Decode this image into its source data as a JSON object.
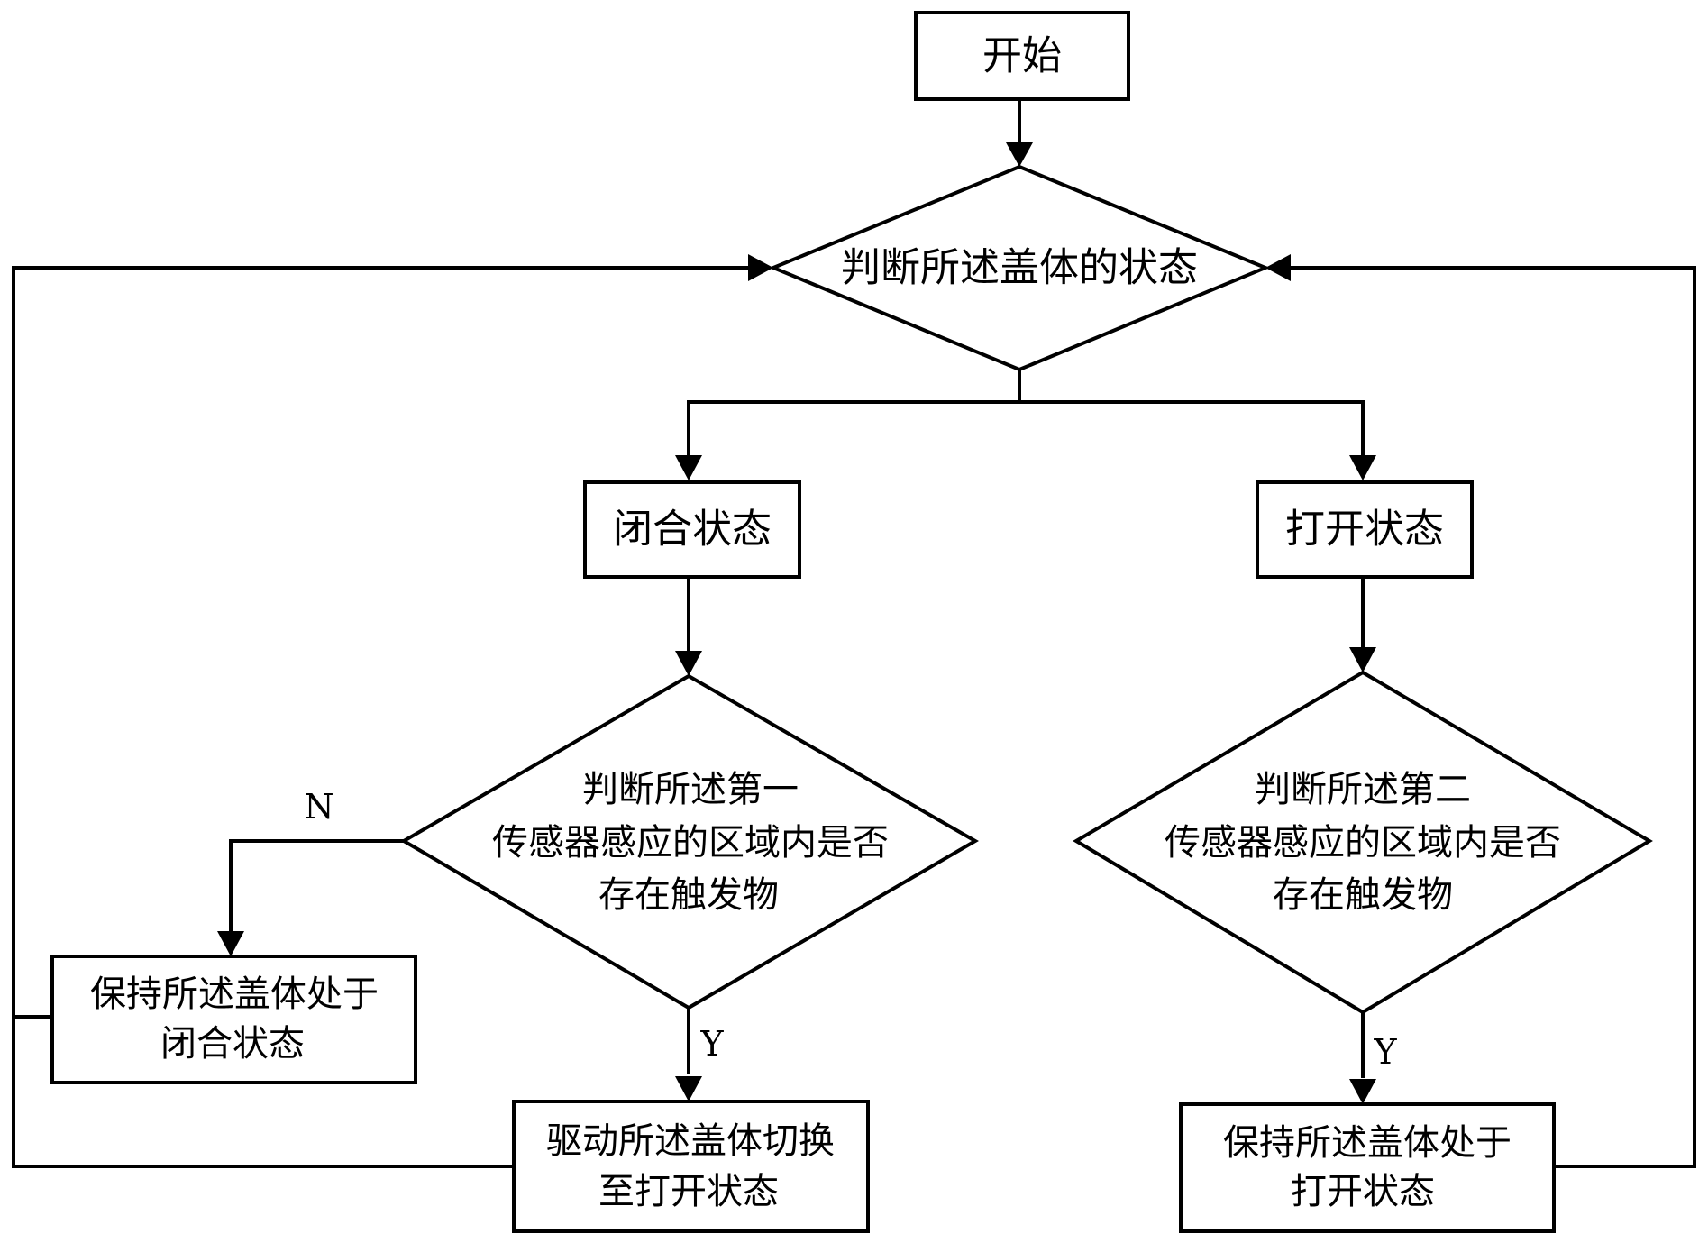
{
  "flowchart": {
    "start": "开始",
    "decision_state": "判断所述盖体的状态",
    "closed_state": "闭合状态",
    "open_state": "打开状态",
    "decision_first_sensor": [
      "判断所述第一",
      "传感器感应的区域内是否",
      "存在触发物"
    ],
    "decision_second_sensor": [
      "判断所述第二",
      "传感器感应的区域内是否",
      "存在触发物"
    ],
    "keep_closed": [
      "保持所述盖体处于",
      "闭合状态"
    ],
    "drive_open": [
      "驱动所述盖体切换",
      "至打开状态"
    ],
    "keep_open": [
      "保持所述盖体处于",
      "打开状态"
    ],
    "label_no": "N",
    "label_yes_left": "Y",
    "label_yes_right": "Y"
  }
}
